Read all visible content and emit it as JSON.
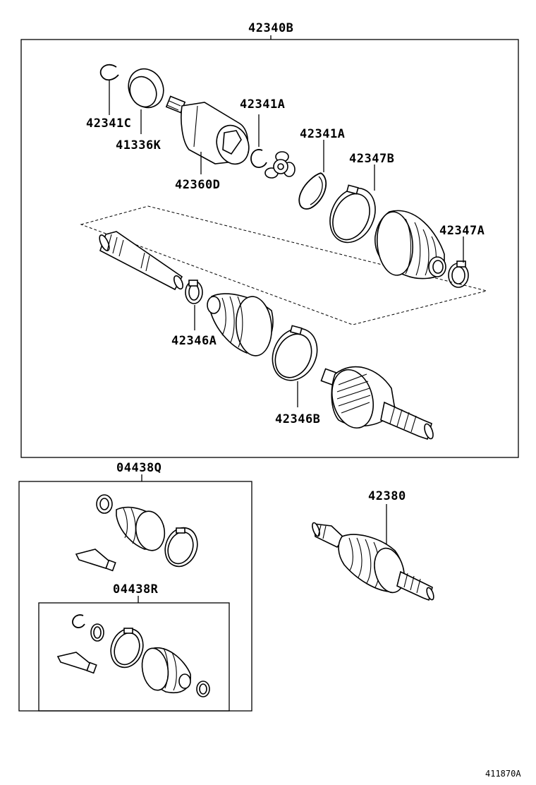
{
  "diagram_code": "411870A",
  "labels": {
    "assy_main": "42340B",
    "snap_ring_outer": "42341C",
    "dust_seal": "41336K",
    "tulip": "42360D",
    "snap_ring_inner": "42341A",
    "snap_ring_tripod": "42341A",
    "boot_clamp_large_inboard": "42347B",
    "boot_clamp_small_inboard": "42347A",
    "boot_clamp_small_outboard": "42346A",
    "boot_clamp_large_outboard": "42346B",
    "boot_kit_inboard": "04438Q",
    "boot_kit_outboard": "04438R",
    "outboard_joint": "42380"
  }
}
